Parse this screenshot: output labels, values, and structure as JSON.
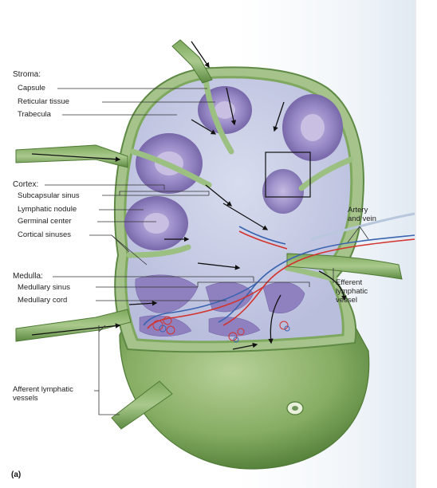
{
  "labels": {
    "stroma": "Stroma:",
    "capsule": "Capsule",
    "reticular_tissue": "Reticular tissue",
    "trabecula": "Trabecula",
    "cortex": "Cortex:",
    "subcapsular_sinus": "Subcapsular sinus",
    "lymphatic_nodule": "Lymphatic nodule",
    "germinal_center": "Germinal center",
    "cortical_sinuses": "Cortical sinuses",
    "medulla": "Medulla:",
    "medullary_sinus": "Medullary sinus",
    "medullary_cord": "Medullary cord",
    "afferent_line1": "Afferent lymphatic",
    "afferent_line2": "vessels",
    "artery_line1": "Artery",
    "artery_line2": "and vein",
    "efferent_line1": "Efferent",
    "efferent_line2": "lymphatic",
    "efferent_line3": "vessel"
  },
  "panel_label": "(a)",
  "colors": {
    "capsule_green": "#9cbf82",
    "capsule_dark": "#5f8a45",
    "cortex_purple": "#7a6aa9",
    "nodule_purple": "#a79ad0",
    "sinus_light": "#dfe4f2",
    "artery_red": "#d4322c",
    "vein_blue": "#3a64b0",
    "background_blue": "#e8eff7"
  }
}
